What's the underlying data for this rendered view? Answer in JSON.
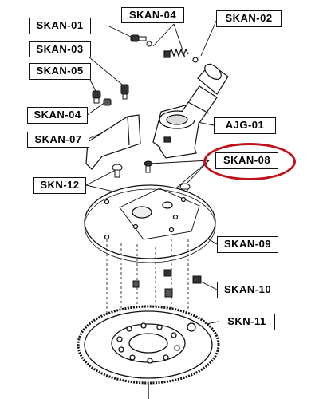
{
  "diagram": {
    "callouts": {
      "skan01": "SKAN-01",
      "skan04_top": "SKAN-04",
      "skan02": "SKAN-02",
      "skan03": "SKAN-03",
      "skan05": "SKAN-05",
      "skan04_mid": "SKAN-04",
      "ajg01": "AJG-01",
      "skan07": "SKAN-07",
      "skan08": "SKAN-08",
      "skn12": "SKN-12",
      "skan09": "SKAN-09",
      "skan10": "SKAN-10",
      "skn11": "SKN-11"
    },
    "highlighted_part": "SKAN-08",
    "highlight_color": "#c0141c",
    "line_color": "#111111"
  }
}
